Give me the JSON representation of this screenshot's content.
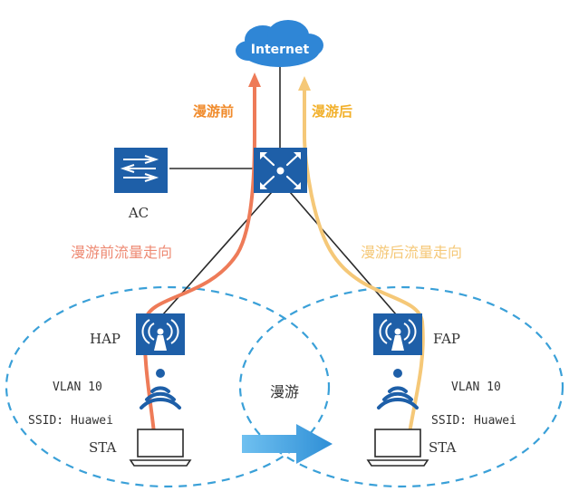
{
  "internet": {
    "label": "Internet"
  },
  "flows": {
    "before_short": "漫游前",
    "after_short": "漫游后",
    "before_long": "漫游前流量走向",
    "after_long": "漫游后流量走向"
  },
  "ac": {
    "label": "AC"
  },
  "left_cell": {
    "ap_label": "HAP",
    "vlan": "VLAN 10",
    "ssid": "SSID: Huawei",
    "sta": "STA"
  },
  "right_cell": {
    "ap_label": "FAP",
    "vlan": "VLAN 10",
    "ssid": "SSID: Huawei",
    "sta": "STA"
  },
  "roam": {
    "label": "漫游"
  },
  "colors": {
    "device_blue": "#1e5fa8",
    "cloud_blue": "#2f86d6",
    "dash_blue": "#3aa0d8",
    "before_orange": "#ee7b58",
    "after_yellow": "#f5c878",
    "arrow_blue": "#3ea0e0",
    "label_before": "#f08a2a",
    "label_after": "#f2b02a",
    "line_dark": "#2a2a2a"
  }
}
